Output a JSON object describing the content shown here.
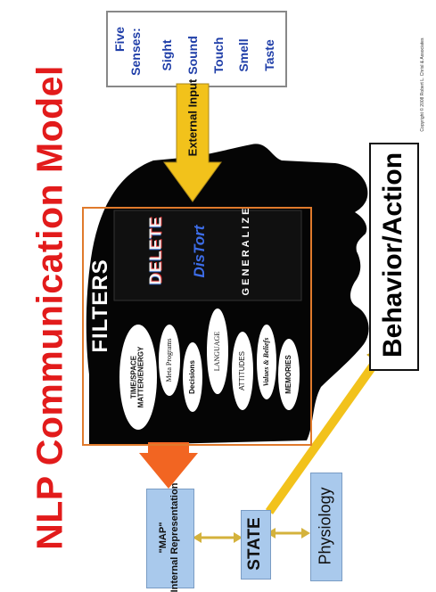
{
  "title": "NLP Communication Model",
  "senses": {
    "heading": [
      "Five",
      "Senses:"
    ],
    "items": [
      "Sight",
      "Sound",
      "Touch",
      "Smell",
      "Taste"
    ]
  },
  "external_input": "External Input",
  "filters": {
    "label": "FILTERS",
    "processes": [
      "DELETE",
      "DisTort",
      "GENERALIZE"
    ],
    "ellipses": [
      "TIME/SPACE MATTER/ENERGY",
      "Meta Programs",
      "Decisions",
      "LANGUAGE",
      "ATTITUDES",
      "Values & Beliefs",
      "MEMORIES"
    ]
  },
  "behavior": "Behavior/Action",
  "map": {
    "line1": "\"MAP\"",
    "line2": "Internal Representation"
  },
  "state": "STATE",
  "physiology": "Physiology",
  "copyright": "Copyright © 2008 Robert L. Chrisl & Associates",
  "colors": {
    "title": "#e21b1b",
    "senses_text": "#1f3ea8",
    "filters_border": "#e07a2c",
    "orange_arrow": "#f26522",
    "yellow_arrow": "#f2c21b",
    "blue_box": "#a9c9ec"
  }
}
